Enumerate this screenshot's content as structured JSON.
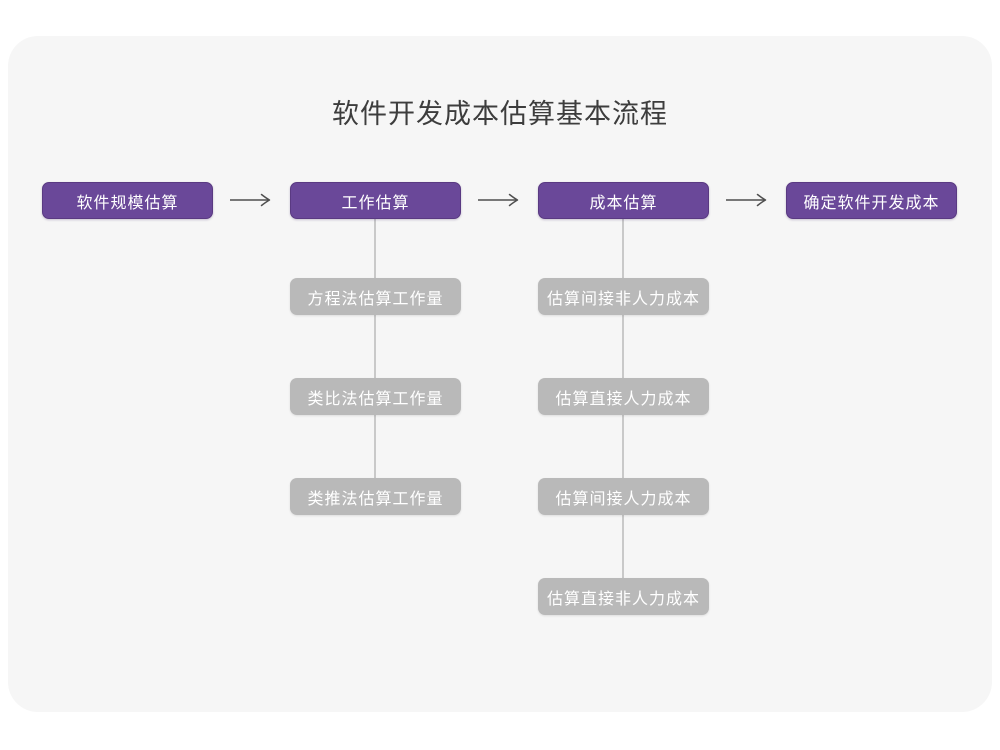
{
  "title": "软件开发成本估算基本流程",
  "colors": {
    "page_background": "#ffffff",
    "card_background": "#f6f6f6",
    "primary_box": "#6a4899",
    "primary_box_border": "#5a3a82",
    "sub_box": "#b9b9b9",
    "box_text": "#ffffff",
    "connector_line": "#c9c9c9",
    "arrow": "#4f4f4f",
    "title_text": "#3d3d3d"
  },
  "flow": {
    "main_steps": [
      {
        "label": "软件规模估算"
      },
      {
        "label": "工作估算"
      },
      {
        "label": "成本估算"
      },
      {
        "label": "确定软件开发成本"
      }
    ],
    "work_estimation_substeps": [
      "方程法估算工作量",
      "类比法估算工作量",
      "类推法估算工作量"
    ],
    "cost_estimation_substeps": [
      "估算间接非人力成本",
      "估算直接人力成本",
      "估算间接人力成本",
      "估算直接非人力成本"
    ]
  }
}
